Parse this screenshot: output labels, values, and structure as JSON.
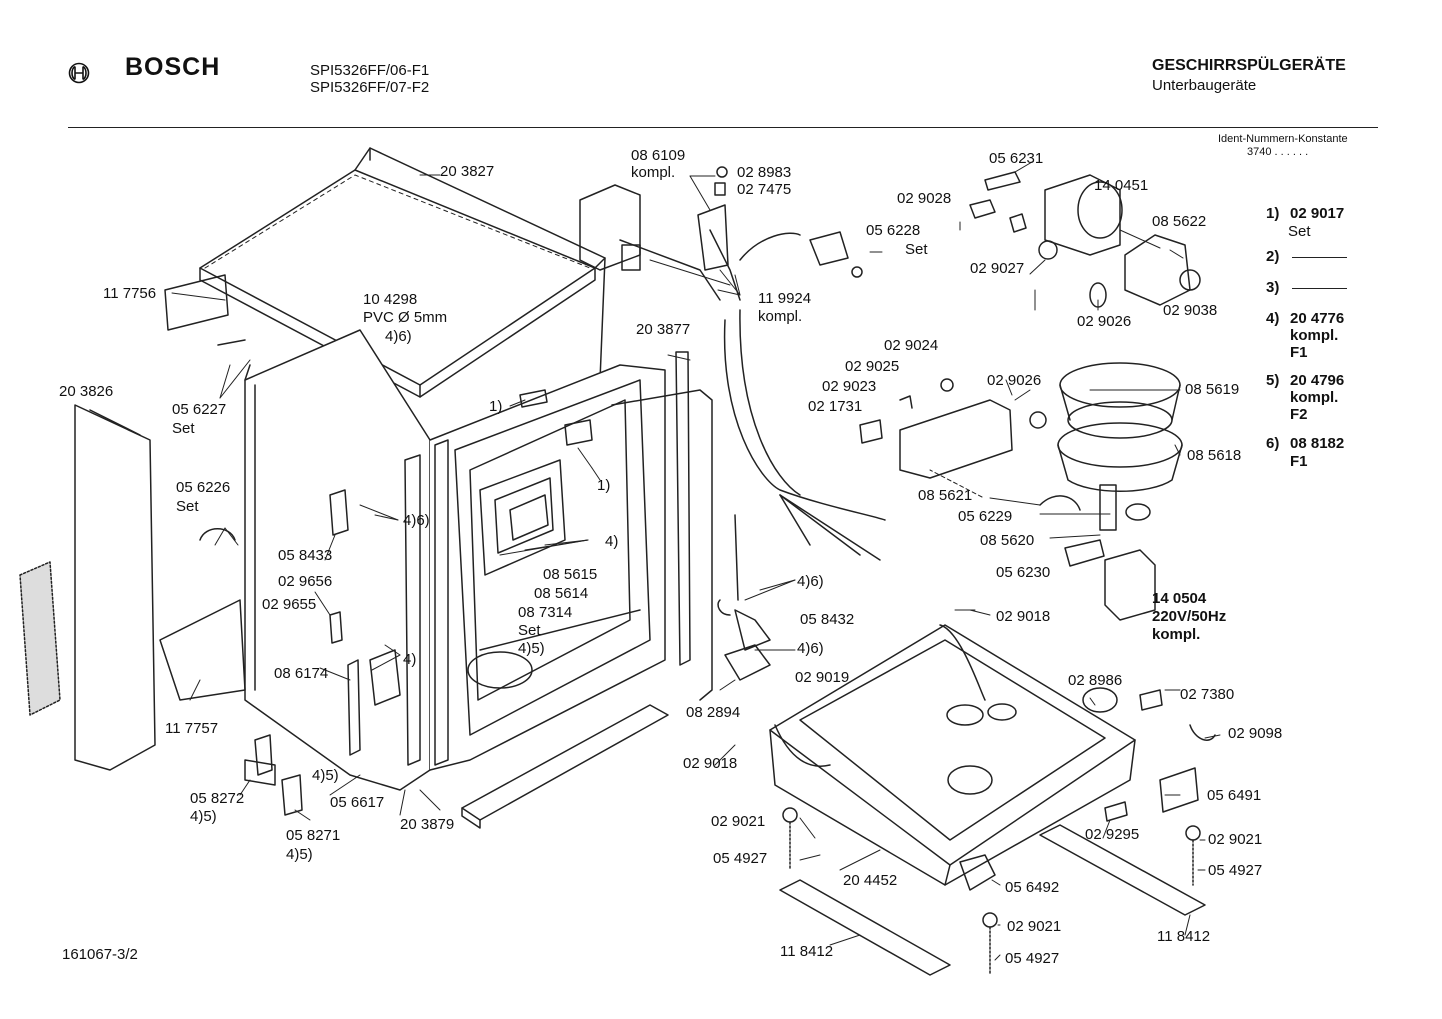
{
  "header": {
    "brand": "BOSCH",
    "model_1": "SPI5326FF/06-F1",
    "model_2": "SPI5326FF/07-F2",
    "category": "GESCHIRRSPÜLGERÄTE",
    "subcategory": "Unterbaugeräte",
    "ident_label": "Ident-Nummern-Konstante",
    "ident_value": "3740 . .  . . . ."
  },
  "footer": {
    "drawing_number": "161067-3/2"
  },
  "legend": {
    "l1_key": "1)",
    "l1_val": "02 9017",
    "l1_sub": "Set",
    "l2_key": "2)",
    "l3_key": "3)",
    "l4_key": "4)",
    "l4_val": "20 4776",
    "l4_sub1": "kompl.",
    "l4_sub2": "F1",
    "l5_key": "5)",
    "l5_val": "20 4796",
    "l5_sub1": "kompl.",
    "l5_sub2": "F2",
    "l6_key": "6)",
    "l6_val": "08 8182",
    "l6_sub": "F1"
  },
  "labels": {
    "p203827": "20 3827",
    "p086109": "08 6109",
    "p086109_sub": "kompl.",
    "p028983": "02 8983",
    "p027475": "02 7475",
    "p056231": "05 6231",
    "p029028": "02 9028",
    "p140451": "14 0451",
    "p085622": "08 5622",
    "p056228": "05 6228",
    "p056228_sub": "Set",
    "p029027": "02 9027",
    "p029026a": "02 9026",
    "p029038": "02 9038",
    "p117756": "11 7756",
    "p104298": "10 4298",
    "p104298_sub": "PVC Ø 5mm",
    "p104298_note": "4)6)",
    "p119924": "11 9924",
    "p119924_sub": "kompl.",
    "p203877": "20 3877",
    "p029024": "02 9024",
    "p029025": "02 9025",
    "p029023": "02 9023",
    "p021731": "02 1731",
    "p029026b": "02 9026",
    "p085619": "08 5619",
    "p085618": "08 5618",
    "p203826": "20 3826",
    "p056227": "05 6227",
    "p056227_sub": "Set",
    "ref1a": "1)",
    "ref1b": "1)",
    "p056226": "05 6226",
    "p056226_sub": "Set",
    "ref46a": "4)6)",
    "ref4a": "4)",
    "p085621": "08 5621",
    "p056229": "05 6229",
    "p058433": "05 8433",
    "p085615": "08 5615",
    "p085614": "08 5614",
    "p087314": "08 7314",
    "p087314_sub": "Set",
    "p087314_note": "4)5)",
    "p085620": "08 5620",
    "p029656": "02 9656",
    "p029655": "02 9655",
    "p056230": "05 6230",
    "p140504": "14 0504",
    "p140504_sub1": "220V/50Hz",
    "p140504_sub2": "kompl.",
    "ref46b": "4)6)",
    "p058432": "05 8432",
    "ref46c": "4)6)",
    "p029018a": "02 9018",
    "ref4b": "4)",
    "p086174": "08 6174",
    "p029019": "02 9019",
    "p028986": "02 8986",
    "p027380": "02 7380",
    "p117757": "11 7757",
    "p082894": "08 2894",
    "p029098": "02 9098",
    "p029018b": "02 9018",
    "p058272": "05 8272",
    "p058272_note": "4)5)",
    "ref45a": "4)5)",
    "p056617": "05 6617",
    "p203879": "20 3879",
    "p056491": "05 6491",
    "p029021a": "02 9021",
    "p029295": "02 9295",
    "p029021b": "02 9021",
    "p058271": "05 8271",
    "p058271_note": "4)5)",
    "p054927a": "05 4927",
    "p204452": "20 4452",
    "p056492": "05 6492",
    "p054927b": "05 4927",
    "p029021c": "02 9021",
    "p118412a": "11 8412",
    "p118412b": "11 8412",
    "p054927c": "05 4927"
  }
}
